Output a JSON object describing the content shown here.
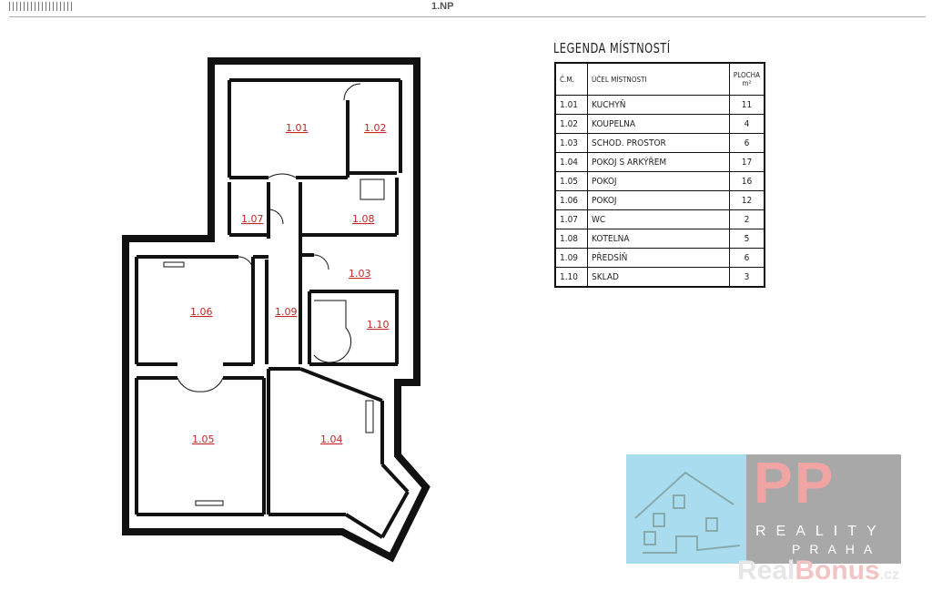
{
  "header": {
    "floor_label": "1.NP"
  },
  "legend": {
    "title": "LEGENDA MÍSTNOSTÍ",
    "columns": [
      "Č.M.",
      "ÚČEL MÍSTNOSTI",
      "PLOCHA",
      "m²"
    ],
    "rows": [
      {
        "num": "1.01",
        "name": "KUCHYŇ",
        "area": "11"
      },
      {
        "num": "1.02",
        "name": "KOUPELNA",
        "area": "4"
      },
      {
        "num": "1.03",
        "name": "SCHOD. PROSTOR",
        "area": "6"
      },
      {
        "num": "1.04",
        "name": "POKOJ S ARKÝŘEM",
        "area": "17"
      },
      {
        "num": "1.05",
        "name": "POKOJ",
        "area": "16"
      },
      {
        "num": "1.06",
        "name": "POKOJ",
        "area": "12"
      },
      {
        "num": "1.07",
        "name": "WC",
        "area": "2"
      },
      {
        "num": "1.08",
        "name": "KOTELNA",
        "area": "5"
      },
      {
        "num": "1.09",
        "name": "PŘEDSÍŇ",
        "area": "6"
      },
      {
        "num": "1.10",
        "name": "SKLAD",
        "area": "3"
      }
    ]
  },
  "plan": {
    "rooms": [
      "1.01",
      "1.02",
      "1.03",
      "1.04",
      "1.05",
      "1.06",
      "1.07",
      "1.08",
      "1.09",
      "1.10"
    ]
  },
  "logo": {
    "mark": "PP",
    "line1": "REALITY",
    "line2": "PRAHA",
    "watermark_a": "Real",
    "watermark_b": "Bonus",
    "watermark_c": ".cz"
  },
  "colors": {
    "room_label": "#c0262a",
    "logo_blue": "#a9dcef",
    "logo_gray": "#a8a8a8",
    "logo_pink": "#f0a4a4"
  }
}
